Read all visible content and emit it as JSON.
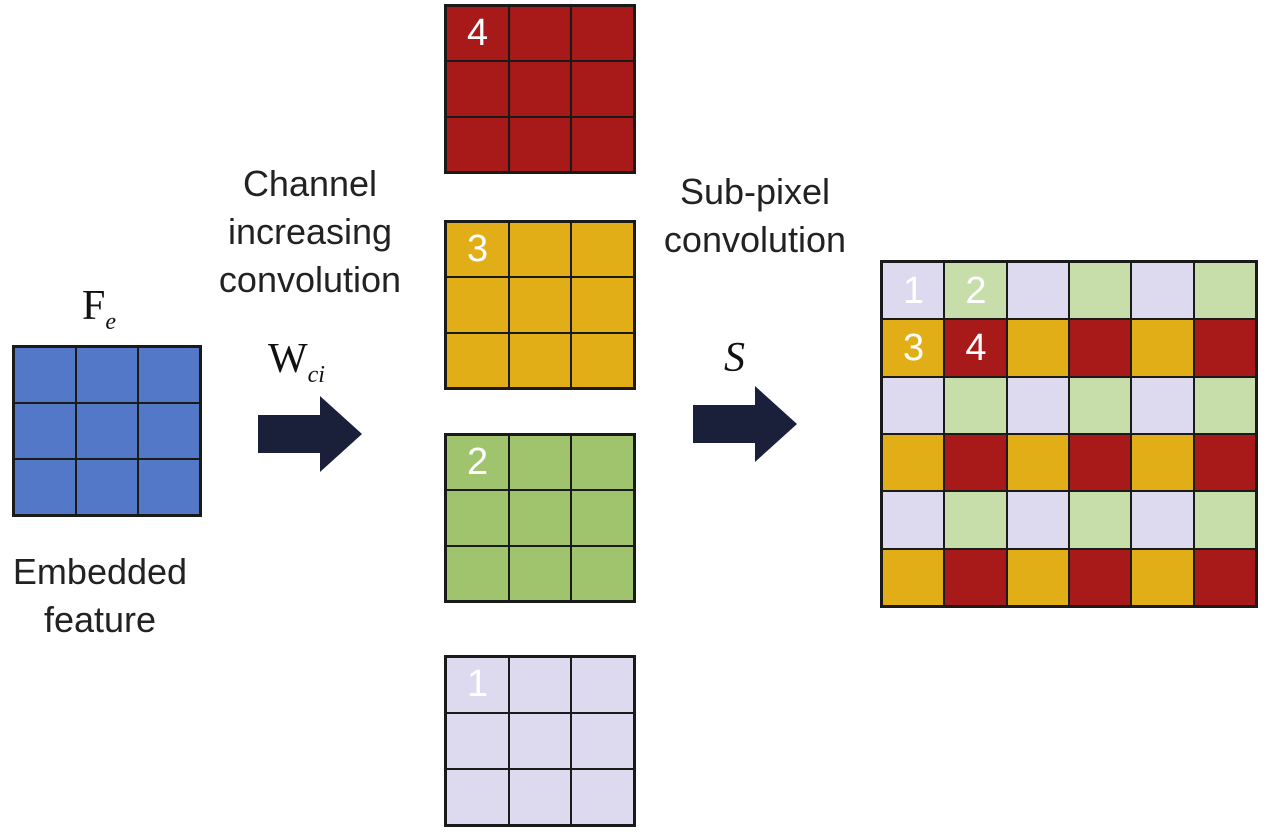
{
  "input": {
    "symbol": "F",
    "symbol_sub": "e",
    "caption_line1": "Embedded",
    "caption_line2": "feature",
    "color": "#5478c8"
  },
  "step1": {
    "label_line1": "Channel",
    "label_line2": "increasing",
    "label_line3": "convolution",
    "symbol": "W",
    "symbol_sub": "ci"
  },
  "channels": [
    {
      "number": "4",
      "color": "#a8191a"
    },
    {
      "number": "3",
      "color": "#e2ae18"
    },
    {
      "number": "2",
      "color": "#a0c46e"
    },
    {
      "number": "1",
      "color": "#ddd9ee"
    }
  ],
  "step2": {
    "label_line1": "Sub-pixel",
    "label_line2": "convolution",
    "symbol": "S"
  },
  "output": {
    "corner_numbers": [
      "1",
      "2",
      "3",
      "4"
    ],
    "light_colors": {
      "c1": "#ddd9ee",
      "c2": "#c7deaa",
      "c3": "#e2ae18",
      "c4": "#a8191a"
    }
  },
  "arrow_color": "#1a1f3a"
}
